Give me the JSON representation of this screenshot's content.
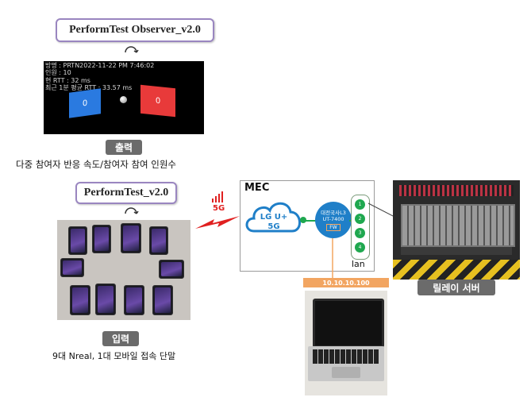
{
  "observer": {
    "title": "PerformTest Observer_v2.0",
    "screen_lines": [
      "방명 : PRTN2022-11-22 PM 7:46:02",
      "인원 : 10",
      "현 RTT : 32 ms",
      "최근 1분 평균 RTT : 33.57 ms"
    ],
    "left_score": "0",
    "right_score": "0"
  },
  "output": {
    "badge": "출력",
    "caption": "다중 참여자 반응 속도/참여자 참여 인원수"
  },
  "performtest": {
    "title": "PerformTest_v2.0"
  },
  "input": {
    "badge": "입력",
    "caption": "9대 Nreal, 1대 모바일 접속 단말"
  },
  "link": {
    "label": "5G"
  },
  "mec": {
    "title": "MEC",
    "cloud_line1": "LG U+",
    "cloud_line2": "5G",
    "device_line1": "대전국사L3",
    "device_line2": "UT-7400",
    "device_fw": "FW",
    "lan_label": "lan",
    "ports": [
      "1",
      "2",
      "3",
      "4"
    ]
  },
  "laptop": {
    "ip": "10.10.10.100"
  },
  "relay": {
    "badge": "릴레이 서버"
  },
  "colors": {
    "pill_border": "#9a86c0",
    "cloud": "#1f7fc8",
    "port": "#1fa84f",
    "ip_bar": "#f2a561",
    "lightning": "#e02020",
    "badge": "#6b6b6b"
  }
}
